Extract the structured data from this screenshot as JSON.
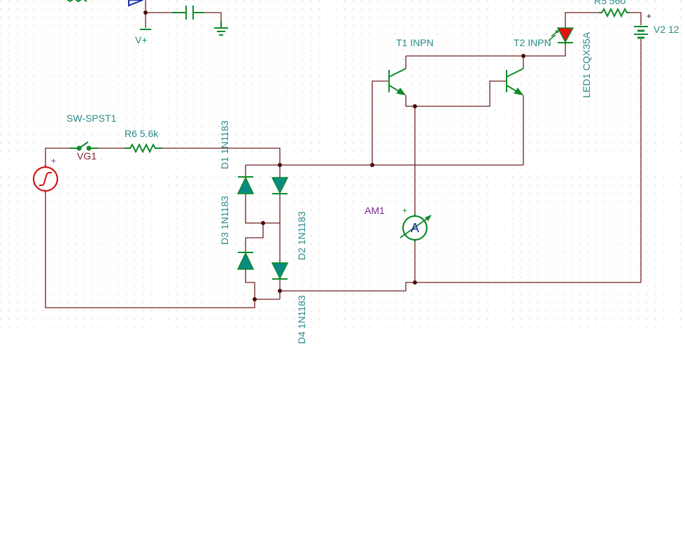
{
  "colors": {
    "wire": "#6e1e1e",
    "component": "#0f8a2a",
    "label": "#2a8a8a",
    "ammeter_label": "#7a2a8a",
    "generator": "#d41414",
    "led_fill": "#e81010",
    "diode_fill": "#0a8a80",
    "junction": "#4a0e0e",
    "grid_dot": "#c6c6c6"
  },
  "labels": {
    "v_plus": "V+",
    "switch": "SW-SPST1",
    "generator": "VG1",
    "resistor_r6": "R6 5.6k",
    "diode_d1": "D1 1N1183",
    "diode_d2": "D2 1N1183",
    "diode_d3": "D3 1N1183",
    "diode_d4": "D4 1N1183",
    "transistor_t1": "T1 INPN",
    "transistor_t2": "T2 INPN",
    "led": "LED1 CQX35A",
    "resistor_r5": "R5 560",
    "battery": "V2 12",
    "ammeter": "AM1",
    "ammeter_symbol": "A",
    "plus": "+"
  },
  "icons": [
    "ac-source-icon",
    "switch-icon",
    "resistor-icon",
    "diode-icon",
    "npn-transistor-icon",
    "led-icon",
    "battery-icon",
    "ammeter-icon",
    "capacitor-icon",
    "ground-icon"
  ]
}
